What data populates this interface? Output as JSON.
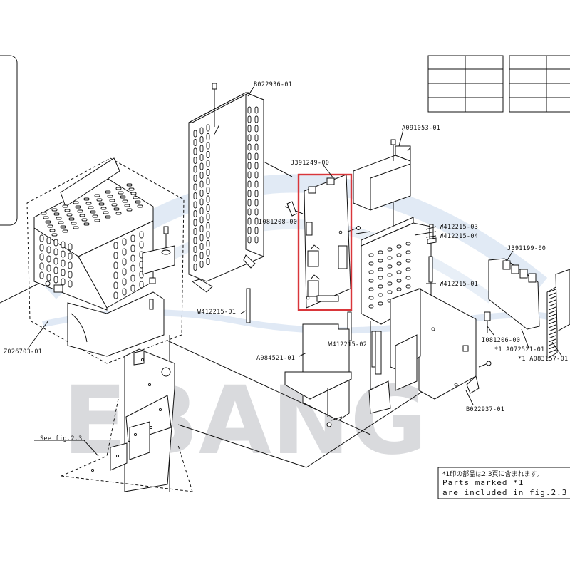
{
  "watermark": {
    "text": "EBANG",
    "color": "#d9dadd",
    "arc_color": "#c9d8ec"
  },
  "highlight": {
    "color": "#d9363a",
    "target": "J391249-00"
  },
  "part_labels": {
    "B022936_01": "B022936-01",
    "A091053_01": "A091053-01",
    "J391249_00": "J391249-00",
    "I081208_00": "I081208-00",
    "W412215_03": "W412215-03",
    "W412215_04": "W412215-04",
    "J391199_00": "J391199-00",
    "W412215_01_right": "W412215-01",
    "W412215_01_left": "W412215-01",
    "I081206_00": "I081206-00",
    "A072521_01": "*1 A072521-01",
    "A083157_01": "*1 A083157-01",
    "W412215_02": "W412215-02",
    "A084521_01": "A084521-01",
    "Z026703_01": "Z026703-01",
    "B022937_01": "B022937-01",
    "see_fig": "See fig.2.3"
  },
  "note": {
    "japanese": "*1印の部品は2.3頁に含まれます。",
    "line1": "Parts marked *1",
    "line2": "are included in fig.2.3"
  },
  "tables": {
    "left": {
      "rows": 4,
      "cols": 2,
      "cells": []
    },
    "right": {
      "rows": 4,
      "cols": 2,
      "cells": []
    }
  }
}
